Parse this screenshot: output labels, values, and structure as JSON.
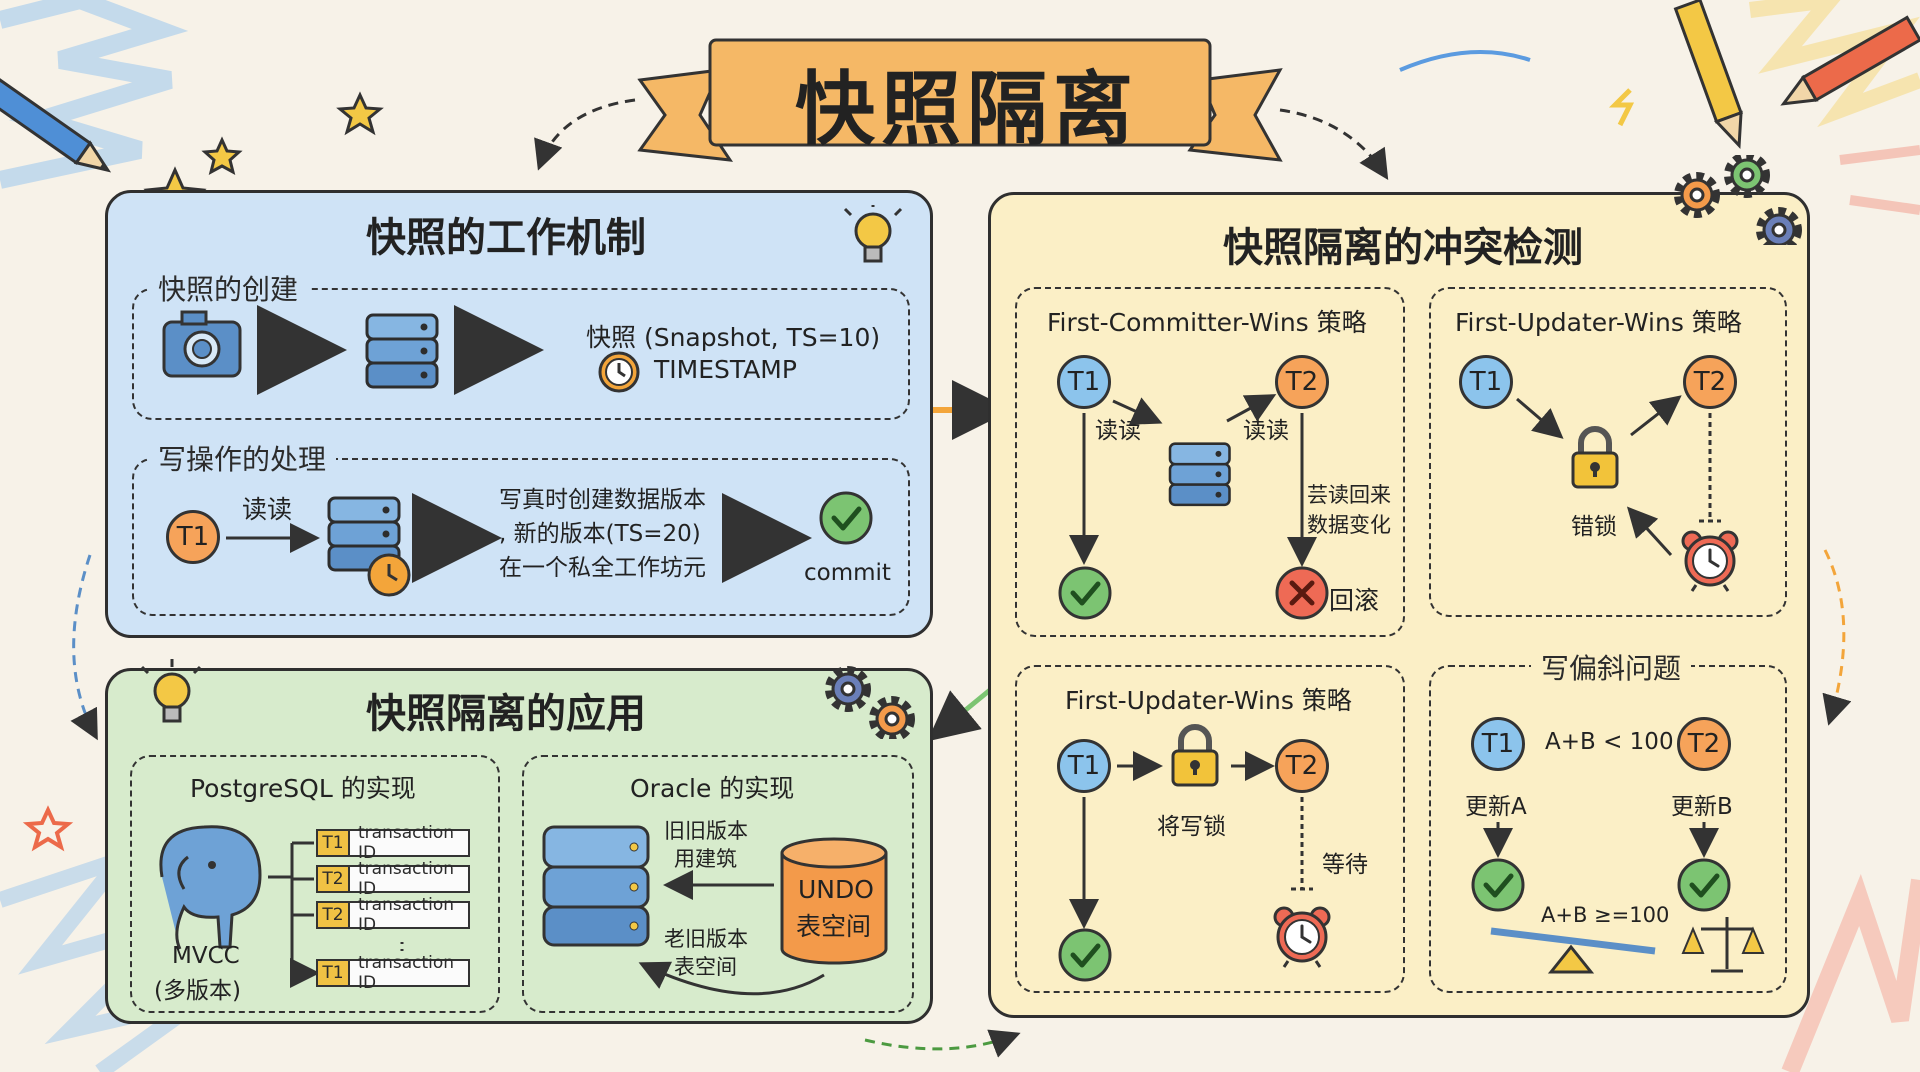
{
  "title": "快照隔离",
  "mechanism": {
    "title": "快照的工作机制",
    "creation": {
      "label": "快照的创建",
      "snapshot": "快照 (Snapshot, TS=10)",
      "timestamp": "TIMESTAMP"
    },
    "write": {
      "label": "写操作的处理",
      "t1": "T1",
      "read": "读读",
      "desc1": "写真时创建数据版本",
      "desc2": ", 新的版本(TS=20)",
      "desc3": "在一个私全工作坊元",
      "commit": "commit"
    }
  },
  "conflict": {
    "title": "快照隔离的冲突检测",
    "fcw": {
      "label": "First-Committer-Wins 策略",
      "t1": "T1",
      "t2": "T2",
      "read1": "读读",
      "read2": "读读",
      "change1": "芸读回来",
      "change2": "数据变化",
      "rollback": "回滚"
    },
    "fuw1": {
      "label": "First-Updater-Wins 策略",
      "t1": "T1",
      "t2": "T2",
      "lock": "错锁"
    },
    "fuw2": {
      "label": "First-Updater-Wins 策略",
      "t1": "T1",
      "t2": "T2",
      "lock": "将写锁",
      "wait": "等待"
    },
    "skew": {
      "label": "写偏斜问题",
      "t1": "T1",
      "t2": "T2",
      "cond": "A+B < 100",
      "upA": "更新A",
      "upB": "更新B",
      "result": "A+B ≥=100"
    }
  },
  "apps": {
    "title": "快照隔离的应用",
    "pg": {
      "label": "PostgreSQL 的实现",
      "mvcc1": "MVCC",
      "mvcc2": "(多版本)",
      "rows": [
        {
          "tag": "T1",
          "text": "transaction ID"
        },
        {
          "tag": "T2",
          "text": "transaction ID"
        },
        {
          "tag": "T2",
          "text": "transaction ID"
        },
        {
          "tag": "T1",
          "text": "transaction ID"
        }
      ]
    },
    "oracle": {
      "label": "Oracle 的实现",
      "old1": "旧旧版本",
      "old2": "用建筑",
      "undo1": "UNDO",
      "undo2": "表空间",
      "back1": "老旧版本",
      "back2": "表空间"
    }
  },
  "colors": {
    "blue_panel": "#cfe3f6",
    "yellow_panel": "#fbefc6",
    "green_panel": "#d7ebcc",
    "ribbon": "#f5b866",
    "accent_orange": "#f39a4a",
    "check_green": "#7cc472",
    "cross_red": "#ee6a55"
  }
}
